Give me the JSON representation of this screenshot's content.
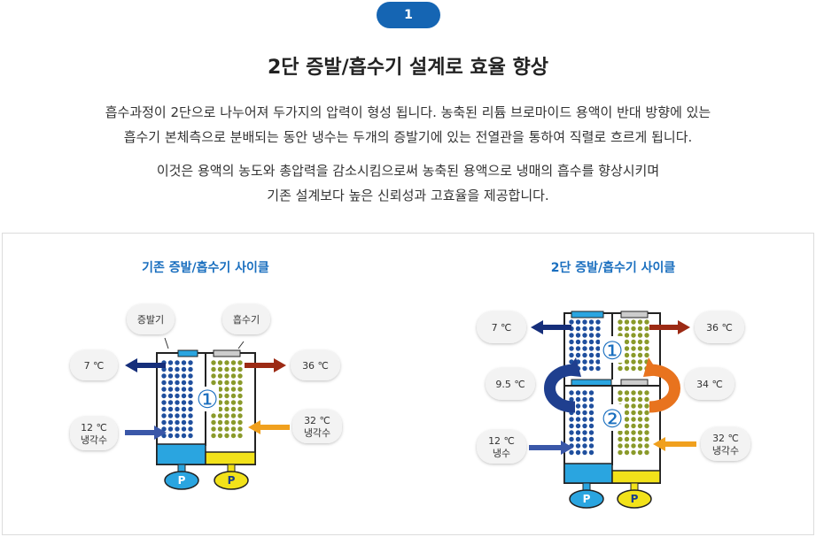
{
  "step": "1",
  "title": "2단 증발/흡수기 설계로 효율 향상",
  "paragraph1": {
    "line1": "흡수과정이 2단으로 나누어져 두가지의 압력이 형성 됩니다. 농축된 리튬 브로마이드 용액이 반대 방향에 있는",
    "line2": "흡수기 본체측으로 분배되는 동안 냉수는 두개의 증발기에 있는 전열관을 통하여 직렬로 흐르게 됩니다."
  },
  "paragraph2": {
    "line1": "이것은 용액의 농도와 총압력을 감소시킴으로써 농축된 용액으로 냉매의 흡수를 향상시키며",
    "line2": "기존 설계보다 높은 신뢰성과 고효율을 제공합니다."
  },
  "left_cycle": {
    "title": "기존 증발/흡수기 사이클",
    "evaporator_label": "증발기",
    "absorber_label": "흡수기",
    "out_left": "7 ℃",
    "out_right": "36 ℃",
    "in_left_line1": "12 ℃",
    "in_left_line2": "냉각수",
    "in_right_line1": "32 ℃",
    "in_right_line2": "냉각수",
    "stage": "①",
    "pump_left": "P",
    "pump_right": "P"
  },
  "right_cycle": {
    "title": "2단 증발/흡수기 사이클",
    "top_left": "7 ℃",
    "top_right": "36 ℃",
    "mid_left": "9.5 ℃",
    "mid_right": "34 ℃",
    "bottom_left_line1": "12 ℃",
    "bottom_left_line2": "냉수",
    "bottom_right_line1": "32 ℃",
    "bottom_right_line2": "냉각수",
    "stage_upper": "①",
    "stage_lower": "②",
    "pump_left": "P",
    "pump_right": "P"
  },
  "colors": {
    "accent": "#1565b3",
    "blue_dots": "#1f4f9e",
    "green_dots": "#8a9a2a",
    "out_arrow_blue": "#152e7a",
    "out_arrow_red": "#9c2a14",
    "in_arrow_blue": "#3a57a8",
    "in_arrow_orange": "#f0a01e",
    "tank_blue": "#2aa5e0",
    "tank_yellow": "#f2e21a"
  }
}
